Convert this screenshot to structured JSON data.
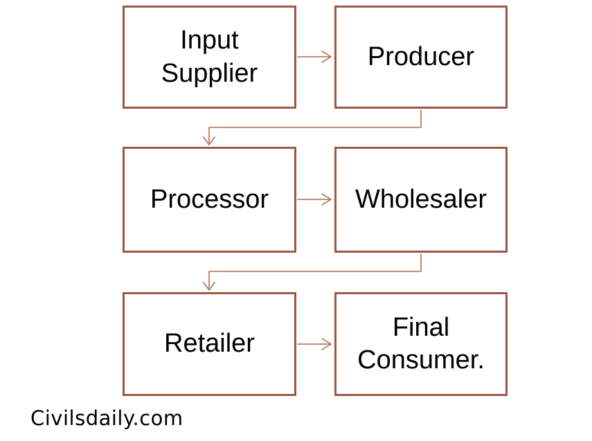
{
  "diagram": {
    "type": "flowchart",
    "title": "",
    "nodes": [
      {
        "id": "input-supplier",
        "label": "Input\nSupplier"
      },
      {
        "id": "producer",
        "label": "Producer"
      },
      {
        "id": "processor",
        "label": "Processor"
      },
      {
        "id": "wholesaler",
        "label": "Wholesaler"
      },
      {
        "id": "retailer",
        "label": "Retailer"
      },
      {
        "id": "final-consumer",
        "label": "Final\nConsumer."
      }
    ],
    "edges": [
      {
        "from": "input-supplier",
        "to": "producer",
        "style": "straight-right-arrow"
      },
      {
        "from": "producer",
        "to": "processor",
        "style": "elbow-down-left-down-arrow"
      },
      {
        "from": "processor",
        "to": "wholesaler",
        "style": "straight-right-arrow"
      },
      {
        "from": "wholesaler",
        "to": "retailer",
        "style": "elbow-down-left-down-arrow"
      },
      {
        "from": "retailer",
        "to": "final-consumer",
        "style": "straight-right-arrow"
      }
    ],
    "colors": {
      "background": "#FFFFFF",
      "box_border": "#9B5942",
      "connector": "#AE6A52",
      "text": "#000000"
    }
  },
  "watermark": {
    "text": "Civilsdaily.com"
  }
}
